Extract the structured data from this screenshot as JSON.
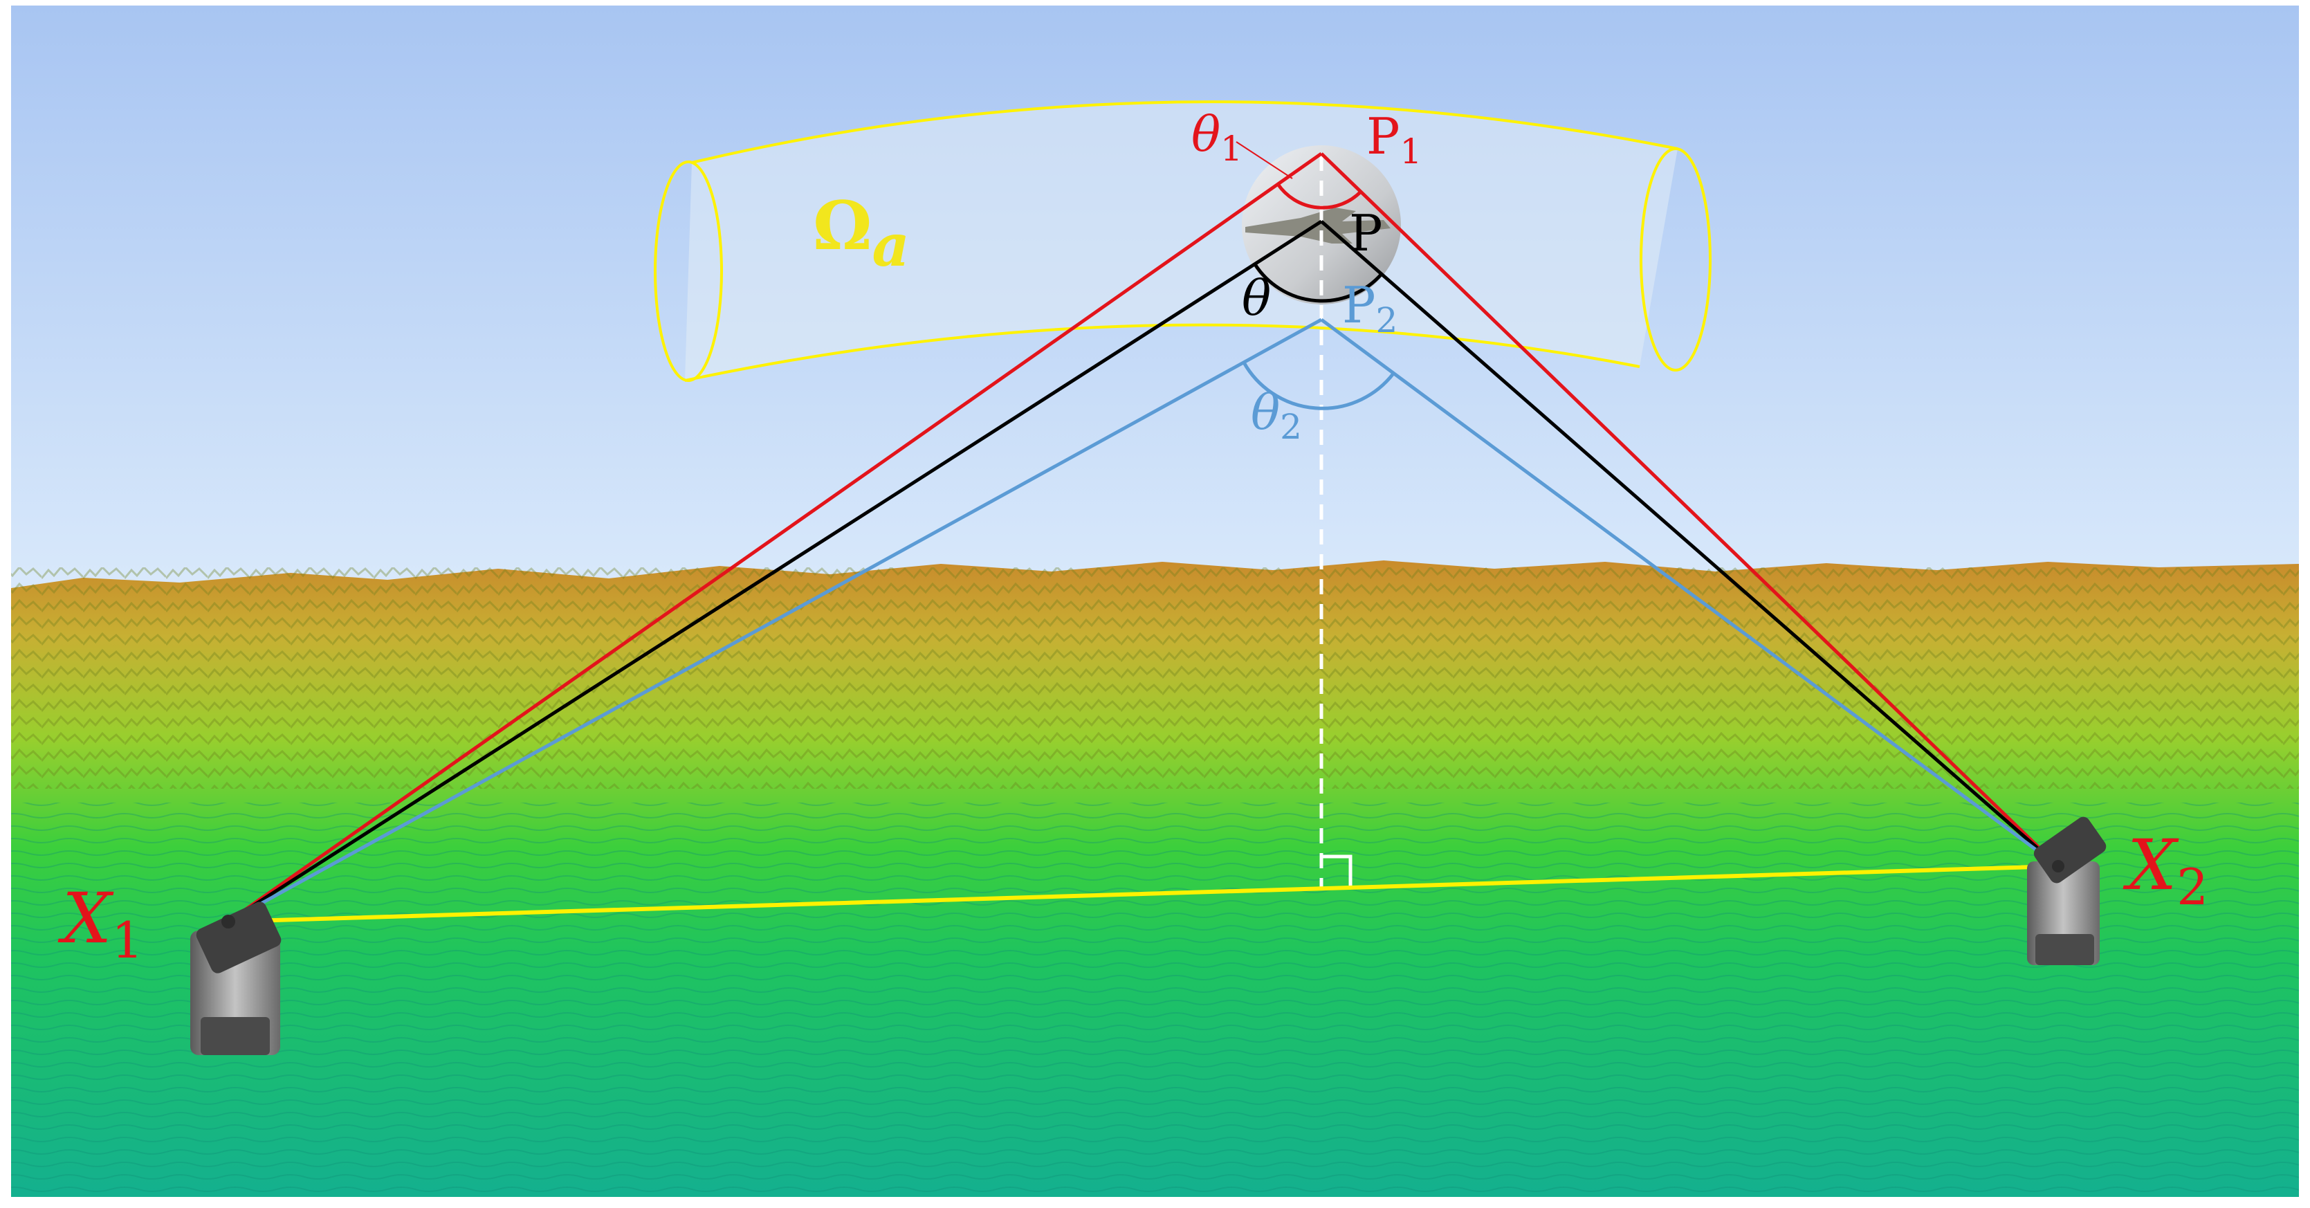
{
  "colors": {
    "sky_top": "#a9c6f2",
    "sky_bottom": "#d6e7fa",
    "terrain_far": "#c98a2a",
    "terrain_mid": "#8fcf2e",
    "terrain_near": "#1ec45a",
    "sea": "#16b88c",
    "red_line": "#e3141b",
    "black_line": "#000000",
    "blue_line": "#5b9bd5",
    "yellow": "#fff200",
    "white_dashed": "#ffffff"
  },
  "labels": {
    "omega_main": "Ω",
    "omega_sub": "a",
    "theta1_main": "θ",
    "theta1_sub": "1",
    "p1_main": "P",
    "p1_sub": "1",
    "p_main": "P",
    "theta_main": "θ",
    "p2_main": "P",
    "p2_sub": "2",
    "theta2_main": "θ",
    "theta2_sub": "2",
    "x1_main": "X",
    "x1_sub": "1",
    "x2_main": "X",
    "x2_sub": "2"
  },
  "icons": {
    "target": "aircraft-icon",
    "station_left": "radar-station-icon",
    "station_right": "radar-station-icon"
  }
}
